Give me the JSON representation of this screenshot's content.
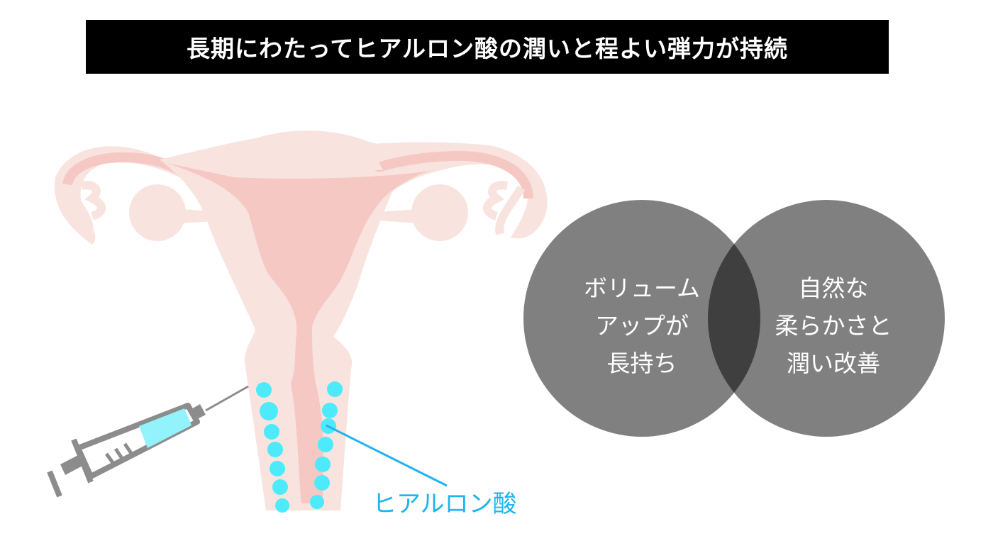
{
  "title": "長期にわたってヒアルロン酸の潤いと程よい弾力が持続",
  "illustration": {
    "injection_label": "ヒアルロン酸",
    "colors": {
      "tissue_light": "#f8e3df",
      "tissue_dark": "#f6c8c4",
      "filler": "#4deafc",
      "syringe": "#8c8c8c",
      "label": "#1cb5ee"
    }
  },
  "venn": {
    "left": {
      "lines": [
        "ボリューム",
        "アップが",
        "長持ち"
      ]
    },
    "right": {
      "lines": [
        "自然な",
        "柔らかさと",
        "潤い改善"
      ]
    },
    "colors": {
      "circle": "#808080",
      "overlap": "#3f3f3f"
    }
  }
}
